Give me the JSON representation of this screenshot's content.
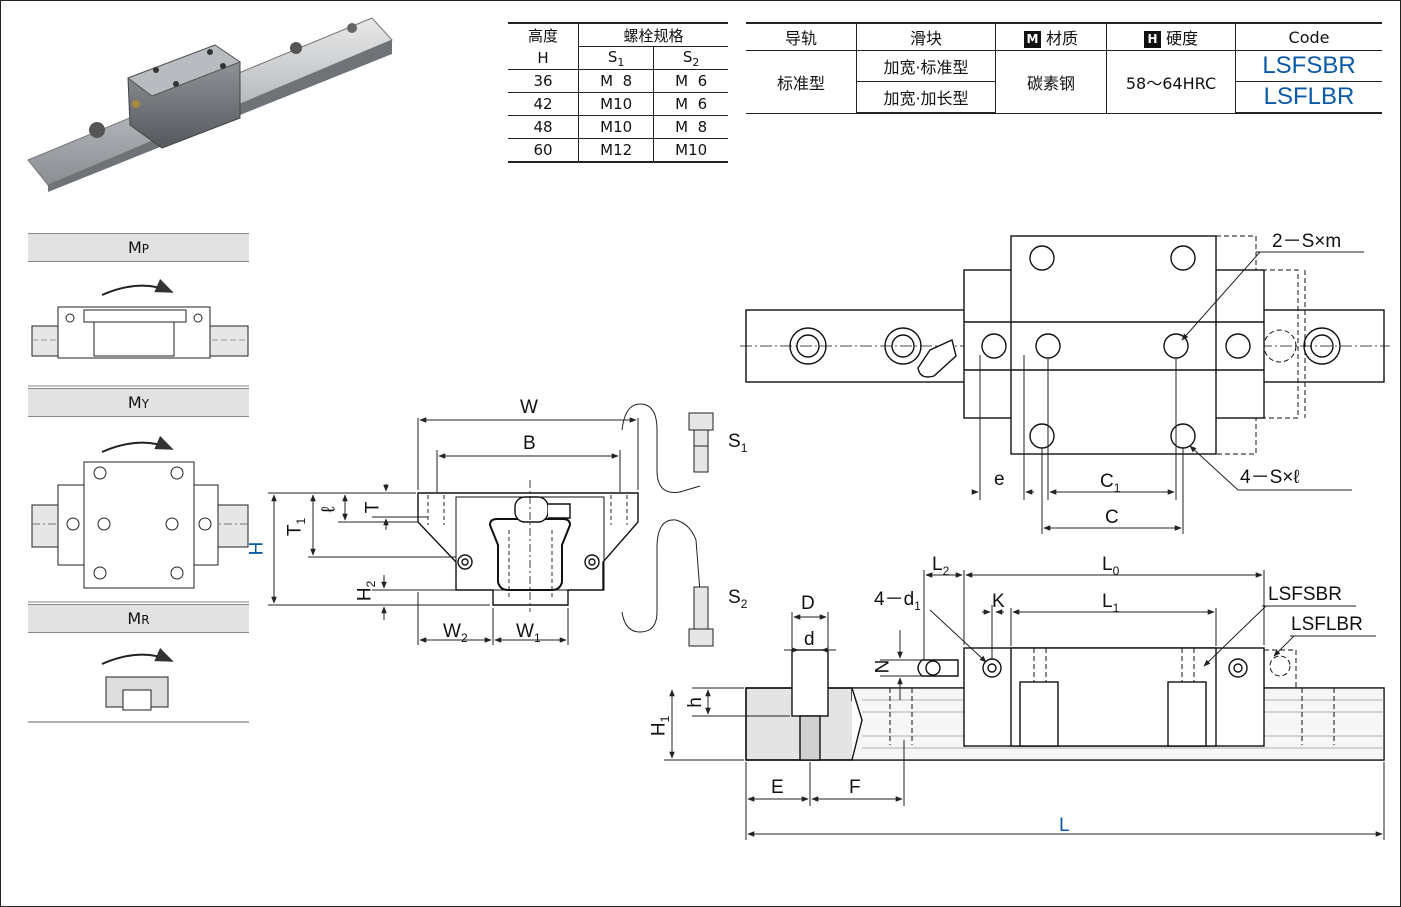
{
  "spec_table": {
    "h_height": "高度",
    "h_height_sym": "H",
    "h_bolt": "螺栓规格",
    "h_s1": "S",
    "h_s1_sub": "1",
    "h_s2": "S",
    "h_s2_sub": "2",
    "rows": [
      {
        "h": "36",
        "s1": "M  8",
        "s2": "M  6"
      },
      {
        "h": "42",
        "s1": "M10",
        "s2": "M  6"
      },
      {
        "h": "48",
        "s1": "M10",
        "s2": "M  8"
      },
      {
        "h": "60",
        "s1": "M12",
        "s2": "M10"
      }
    ]
  },
  "part_table": {
    "h_rail": "导轨",
    "h_block": "滑块",
    "h_material_mark": "M",
    "h_material": "材质",
    "h_hardness_mark": "H",
    "h_hardness": "硬度",
    "h_code": "Code",
    "rail": "标准型",
    "block_1": "加宽·标准型",
    "block_2": "加宽·加长型",
    "material": "碳素钢",
    "hardness": "58～64HRC",
    "code_1": "LSFSBR",
    "code_2": "LSFLBR"
  },
  "moments": {
    "mp": "M",
    "mp_sub": "P",
    "my": "M",
    "my_sub": "Y",
    "mr": "M",
    "mr_sub": "R"
  },
  "dims": {
    "W": "W",
    "B": "B",
    "T": "T",
    "T1": "T",
    "T1_sub": "1",
    "l": "ℓ",
    "H": "H",
    "H2": "H",
    "H2_sub": "2",
    "W2": "W",
    "W2_sub": "2",
    "W1": "W",
    "W1_sub": "1",
    "S1": "S",
    "S1_sub": "1",
    "S2": "S",
    "S2_sub": "2",
    "SXm": "2－S×m",
    "SXl": "4－S×ℓ",
    "e": "e",
    "C1": "C",
    "C1_sub": "1",
    "C": "C",
    "L2": "L",
    "L2_sub": "2",
    "L0": "L",
    "L0_sub": "0",
    "L1": "L",
    "L1_sub": "1",
    "d1": "4－d",
    "d1_sub": "1",
    "K": "K",
    "D": "D",
    "d": "d",
    "N": "N",
    "h": "h",
    "H1": "H",
    "H1_sub": "1",
    "E": "E",
    "F": "F",
    "L": "L",
    "lsfsbr": "LSFSBR",
    "lsflbr": "LSFLBR"
  },
  "colors": {
    "accent": "#0a5aa8"
  }
}
